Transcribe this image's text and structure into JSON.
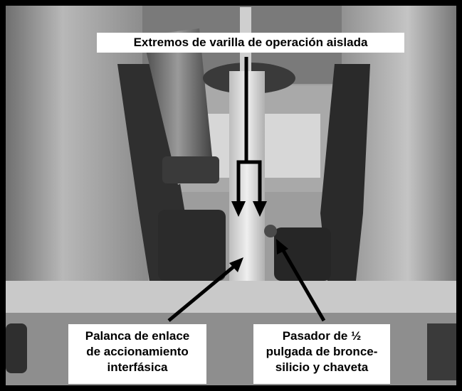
{
  "photo": {
    "kind": "black-and-white photograph of switch mechanism",
    "colors": {
      "border": "#000000",
      "label_bg": "#ffffff",
      "arrow": "#000000"
    }
  },
  "labels": {
    "top": "Extremos de varilla de operación aislada",
    "left": [
      "Palanca de enlace",
      "de accionamiento",
      "interfásica"
    ],
    "right": [
      "Pasador de ½",
      "pulgada de bronce-",
      "silicio y chaveta"
    ]
  }
}
